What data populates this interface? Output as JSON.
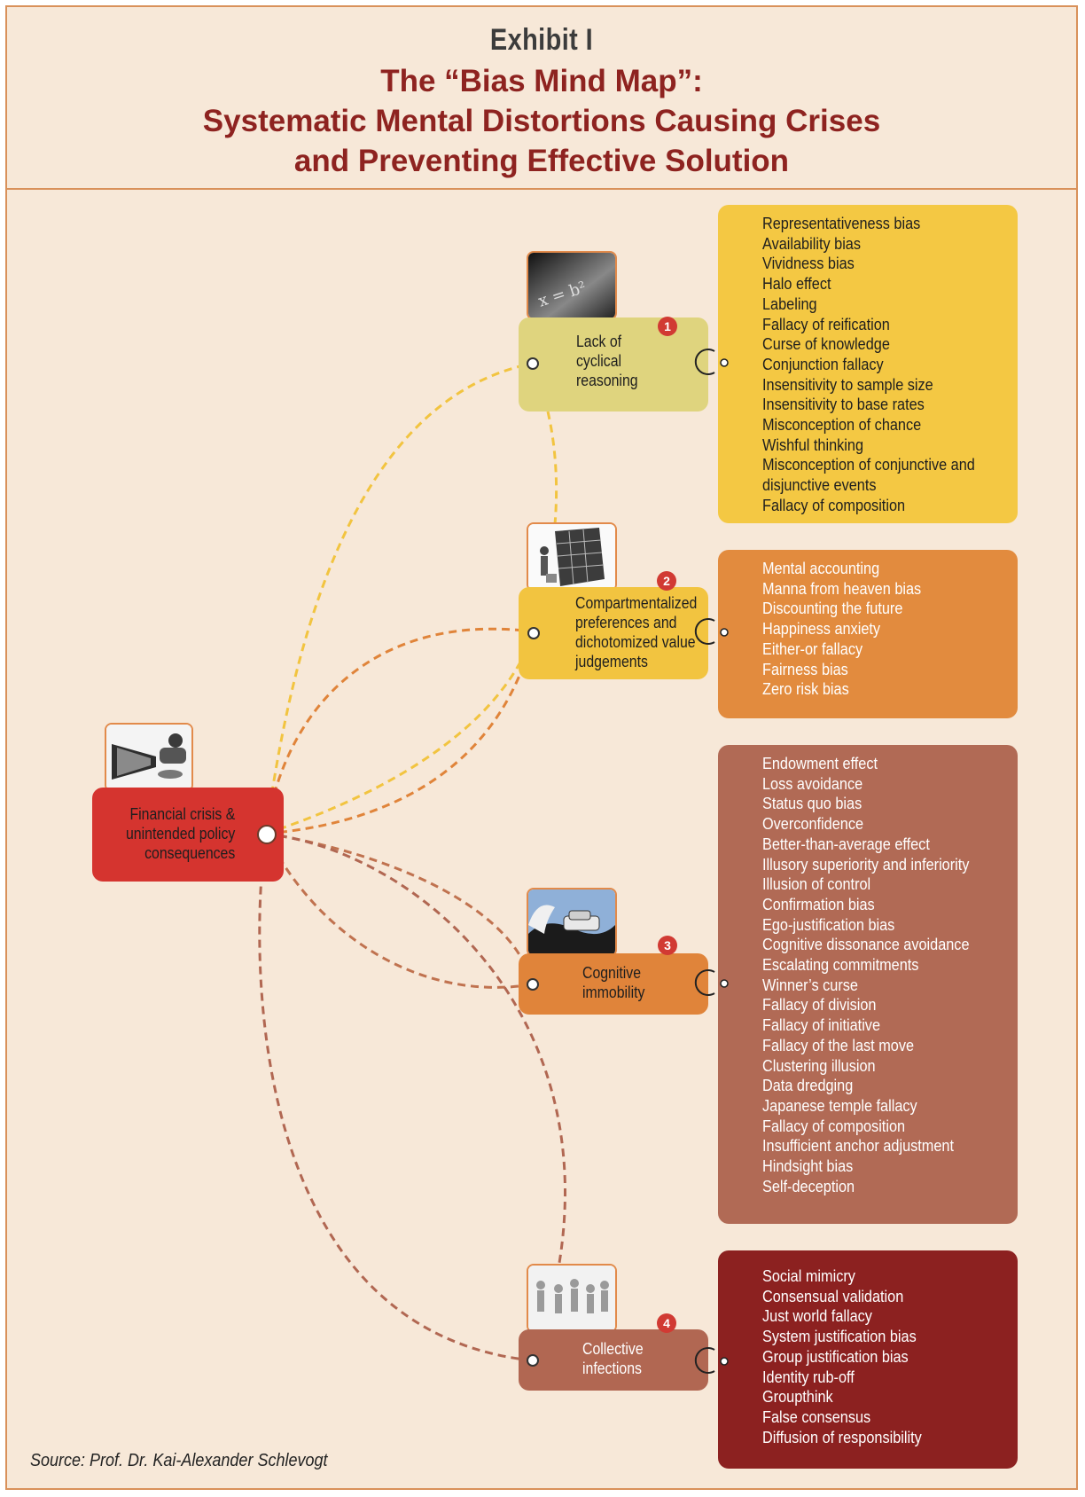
{
  "header": {
    "exhibit": "Exhibit I",
    "title_lines": [
      "The “Bias Mind Map”:",
      "Systematic Mental Distortions Causing Crises",
      "and Preventing Effective Solution"
    ]
  },
  "colors": {
    "background": "#f7e8d8",
    "border": "#d9915a",
    "title": "#8e2320",
    "root": "#d5342f",
    "branch1": "#dfd47e",
    "branch2": "#f2c440",
    "branch3": "#e0843a",
    "branch4": "#b16752",
    "list1": "#f4c843",
    "list2": "#e28b3e",
    "list3": "#b16a55",
    "list4": "#8c2120"
  },
  "root": {
    "lines": [
      "Financial crisis &",
      "unintended policy",
      "consequences"
    ],
    "icon": "podium-speaker-icon"
  },
  "branches": [
    {
      "number": "1",
      "lines": [
        "Lack of",
        "cyclical",
        "reasoning"
      ],
      "icon": "equation-chalkboard-icon",
      "items": [
        "Representativeness bias",
        "Availability bias",
        "Vividness bias",
        "Halo effect",
        "Labeling",
        "Fallacy of reification",
        "Curse of knowledge",
        "Conjunction fallacy",
        "Insensitivity to sample size",
        "Insensitivity to base rates",
        "Misconception of chance",
        "Wishful thinking",
        "Misconception of conjunctive and",
        "disjunctive events",
        "Fallacy of composition"
      ]
    },
    {
      "number": "2",
      "lines": [
        "Compartmentalized",
        "preferences and",
        "dichotomized value",
        "judgements"
      ],
      "icon": "filing-cabinet-icon",
      "items": [
        "Mental accounting",
        "Manna from heaven bias",
        "Discounting the future",
        "Happiness anxiety",
        "Either-or fallacy",
        "Fairness bias",
        "Zero risk bias"
      ]
    },
    {
      "number": "3",
      "lines": [
        "Cognitive",
        "immobility"
      ],
      "icon": "car-wave-icon",
      "items": [
        "Endowment effect",
        "Loss avoidance",
        "Status quo bias",
        "Overconfidence",
        "Better-than-average effect",
        "Illusory superiority and inferiority",
        "Illusion of control",
        "Confirmation bias",
        "Ego-justification bias",
        "Cognitive dissonance avoidance",
        "Escalating commitments",
        "Winner’s curse",
        "Fallacy of division",
        "Fallacy of initiative",
        "Fallacy of the last move",
        "Clustering illusion",
        "Data dredging",
        "Japanese temple fallacy",
        "Fallacy of composition",
        "Insufficient anchor adjustment",
        "Hindsight bias",
        "Self-deception"
      ]
    },
    {
      "number": "4",
      "lines": [
        "Collective",
        "infections"
      ],
      "icon": "crowd-people-icon",
      "items": [
        "Social mimicry",
        "Consensual validation",
        "Just world fallacy",
        "System justification bias",
        "Group justification bias",
        "Identity rub-off",
        "Groupthink",
        "False consensus",
        "Diffusion of responsibility"
      ]
    }
  ],
  "source": "Source: Prof. Dr. Kai-Alexander Schlevogt"
}
